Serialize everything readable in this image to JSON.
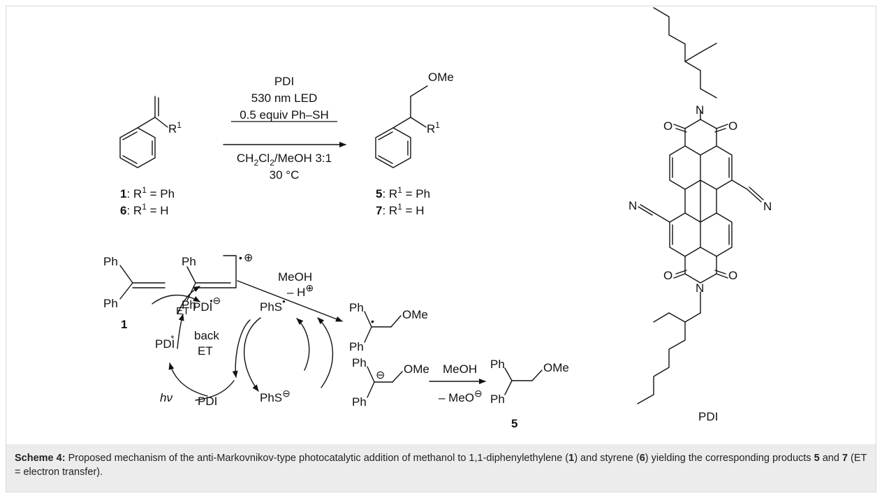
{
  "conditions": {
    "catalyst": "PDI",
    "light": "530 nm LED",
    "thiol": "0.5 equiv Ph–SH",
    "solvent_main": "CH",
    "solvent_sub1": "2",
    "solvent_mid": "Cl",
    "solvent_sub2": "2",
    "solvent_tail": "/MeOH 3:1",
    "temperature": "30 °C"
  },
  "substituent_label": "R",
  "superscript_one": "1",
  "substrates": [
    {
      "id": "1",
      "rest": ": R",
      "value": " = Ph"
    },
    {
      "id": "6",
      "rest": ": R",
      "value": " = H"
    }
  ],
  "products": [
    {
      "id": "5",
      "rest": ": R",
      "value": " = Ph"
    },
    {
      "id": "7",
      "rest": ": R",
      "value": " = H"
    }
  ],
  "groups": {
    "ome": "OMe",
    "ph": "Ph",
    "meoh": "MeOH",
    "minus_h": "– H",
    "minus_meo": "– MeO",
    "phs": "PhS",
    "pdi": "PDI",
    "et": "ET",
    "back": "back",
    "back_et": "ET",
    "hv": "hν",
    "o": "O",
    "n": "N",
    "star": "*",
    "plus": "⊕",
    "minus": "⊖",
    "radical": "•"
  },
  "labels": {
    "compound_1": "1",
    "compound_5": "5",
    "pdi_structure": "PDI"
  },
  "caption": {
    "lead": "Scheme 4:",
    "text_1": " Proposed mechanism of the anti-Markovnikov-type photocatalytic addition of methanol to 1,1-diphenylethylene (",
    "ref_1": "1",
    "text_2": ") and styrene (",
    "ref_6": "6",
    "text_3": ") yielding the corresponding products ",
    "ref_5": "5",
    "text_4": " and ",
    "ref_7": "7",
    "text_5": " (ET = electron transfer)."
  }
}
